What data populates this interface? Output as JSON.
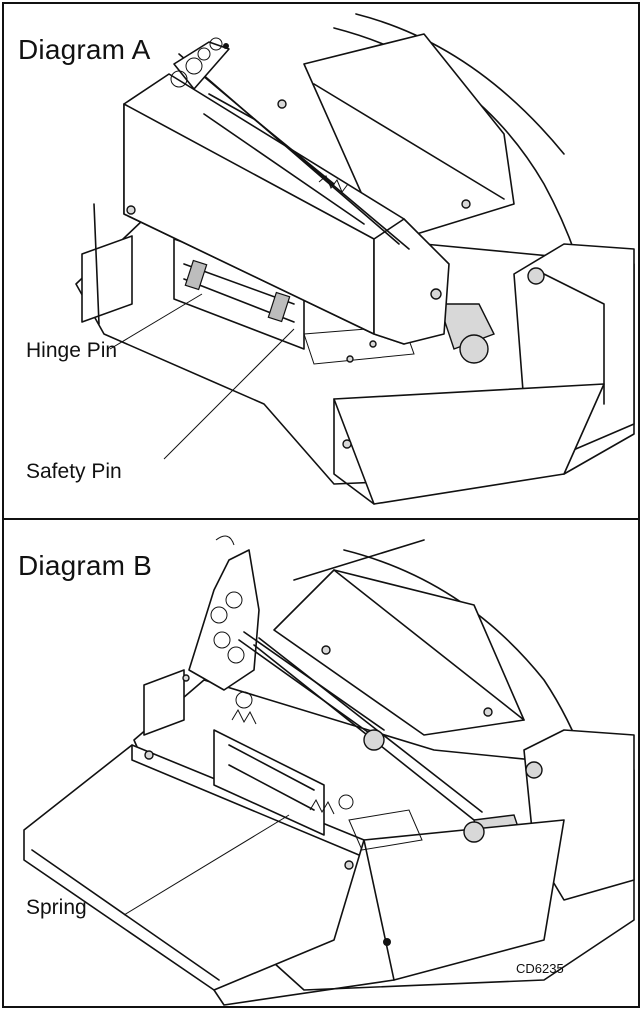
{
  "diagram_a": {
    "title": "Diagram A",
    "labels": {
      "hinge_pin": "Hinge Pin",
      "safety_pin": "Safety Pin"
    }
  },
  "diagram_b": {
    "title": "Diagram B",
    "labels": {
      "spring": "Spring"
    },
    "figure_code": "CD6235"
  }
}
